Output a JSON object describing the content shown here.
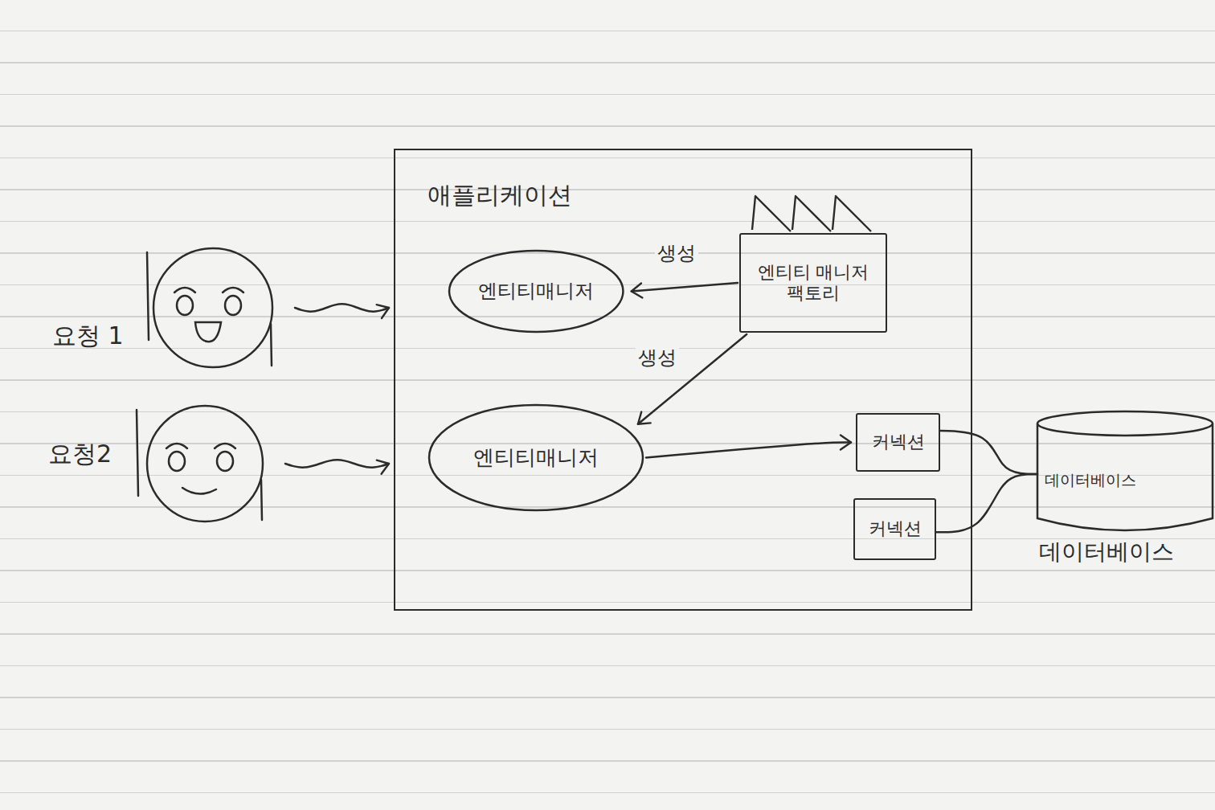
{
  "diagram": {
    "nodes": [
      {
        "text": [
          "요청 1"
        ]
      },
      {
        "text": [
          "요청2"
        ]
      },
      {
        "text": [
          "애플리케이션"
        ]
      },
      {
        "text": [
          "엔티티매니저"
        ],
        "in": 2
      },
      {
        "text": [
          "엔티티 매니저 팩토리"
        ],
        "in": 2
      },
      {
        "text": [
          "엔티티매니저"
        ],
        "in": 2
      },
      {
        "text": [
          "커넥션"
        ],
        "in": 2
      },
      {
        "text": [
          "커넥션"
        ],
        "in": 2
      },
      {
        "text": [
          "데이터베이스",
          "데이터베이스"
        ]
      }
    ],
    "edges": [
      {
        "from": 0,
        "to": 2,
        "arrow": "to"
      },
      {
        "from": 1,
        "to": 2,
        "arrow": "to"
      },
      {
        "from": 4,
        "to": 3,
        "label": "생성",
        "arrow": "to"
      },
      {
        "from": 4,
        "to": 5,
        "label": "생성",
        "arrow": "to"
      },
      {
        "from": 5,
        "to": 6,
        "arrow": "to"
      },
      {
        "from": 6,
        "to": 8,
        "arrow": "none"
      },
      {
        "from": 7,
        "to": 8,
        "arrow": "none"
      }
    ]
  }
}
